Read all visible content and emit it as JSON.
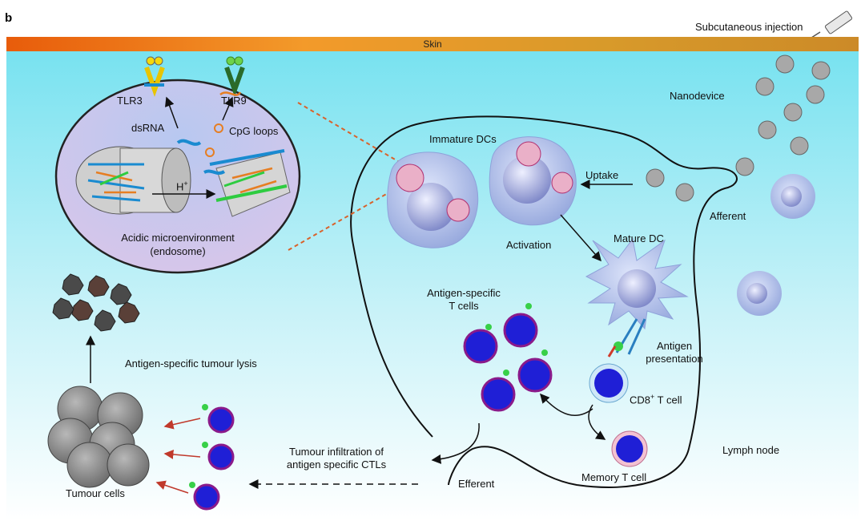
{
  "figure": {
    "panel_letter": "b",
    "skin_label": "Skin",
    "injection_label": "Subcutaneous injection",
    "nanodevice_label": "Nanodevice",
    "afferent_label": "Afferent",
    "efferent_label": "Efferent",
    "lymph_node_label": "Lymph node",
    "inset": {
      "tlr3_label": "TLR3",
      "tlr9_label": "TLR9",
      "dsrna_label": "dsRNA",
      "cpg_label": "CpG loops",
      "proton_label": "H",
      "proton_sup": "+",
      "env_label_line1": "Acidic microenvironment",
      "env_label_line2": "(endosome)"
    },
    "immature_dc_label": "Immature DCs",
    "uptake_label": "Uptake",
    "activation_label": "Activation",
    "mature_dc_label": "Mature DC",
    "antigen_t_cells_line1": "Antigen-specific",
    "antigen_t_cells_line2": "T cells",
    "antigen_presentation_line1": "Antigen",
    "antigen_presentation_line2": "presentation",
    "cd8_label_pre": "CD8",
    "cd8_label_sup": "+",
    "cd8_label_post": " T cell",
    "memory_label": "Memory T cell",
    "infiltration_line1": "Tumour infiltration of",
    "infiltration_line2": "antigen specific CTLs",
    "tumour_lysis_label": "Antigen-specific tumour lysis",
    "tumour_cells_label": "Tumour cells"
  },
  "colors": {
    "background_top": "#7fe3f0",
    "background_bottom": "#ffffff",
    "dc_fill": "#a9b8e6",
    "t_cell_fill": "#1f1fd6",
    "t_cell_ring": "#8a1a8a",
    "cd8_ring": "#cfe8f8",
    "memory_ring": "#f2c2d2",
    "arrow_red": "#c0392b",
    "dashed_orange": "#d9622b"
  }
}
